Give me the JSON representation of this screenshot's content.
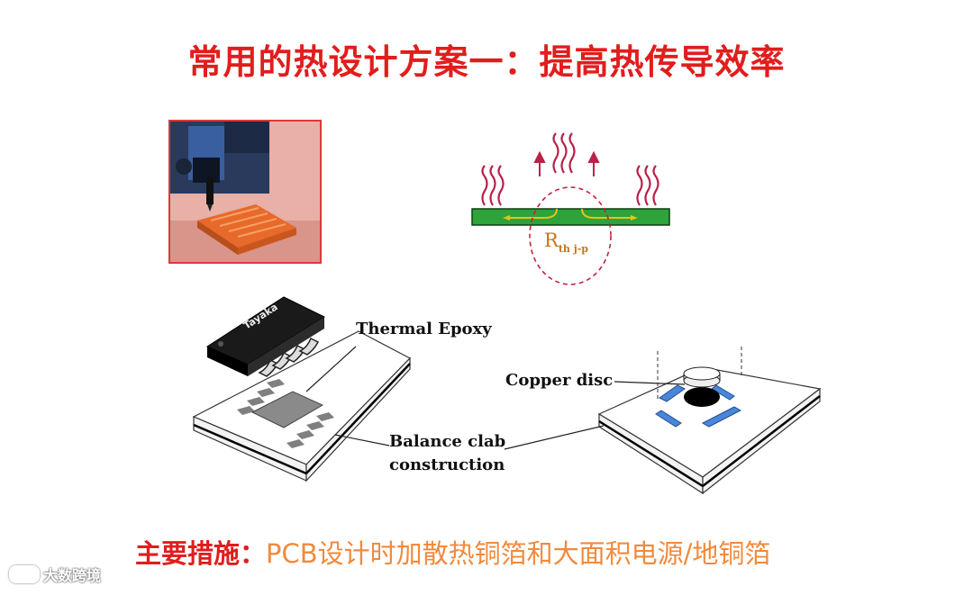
{
  "title": "常用的热设计方案一：提高热传导效率",
  "diagram": {
    "thermal_epoxy_label": "Thermal Epoxy",
    "copper_disc_label": "Copper disc",
    "balance_clab_line1": "Balance clab",
    "balance_clab_line2": "construction",
    "resistance_symbol": "R",
    "resistance_subscript": "th j-p",
    "chip_marking": "Tayaka"
  },
  "measures": {
    "label": "主要措施：",
    "text": "PCB设计时加散热铜箔和大面积电源/地铜箔"
  },
  "watermark": "大数跨境",
  "colors": {
    "title_red": "#e11d1d",
    "measure_orange": "#f08a3c",
    "pcb_green": "#2ea33a",
    "heat_wave": "#b8224a",
    "resistance_text": "#c5741d",
    "pad_blue": "#4a86d6"
  }
}
